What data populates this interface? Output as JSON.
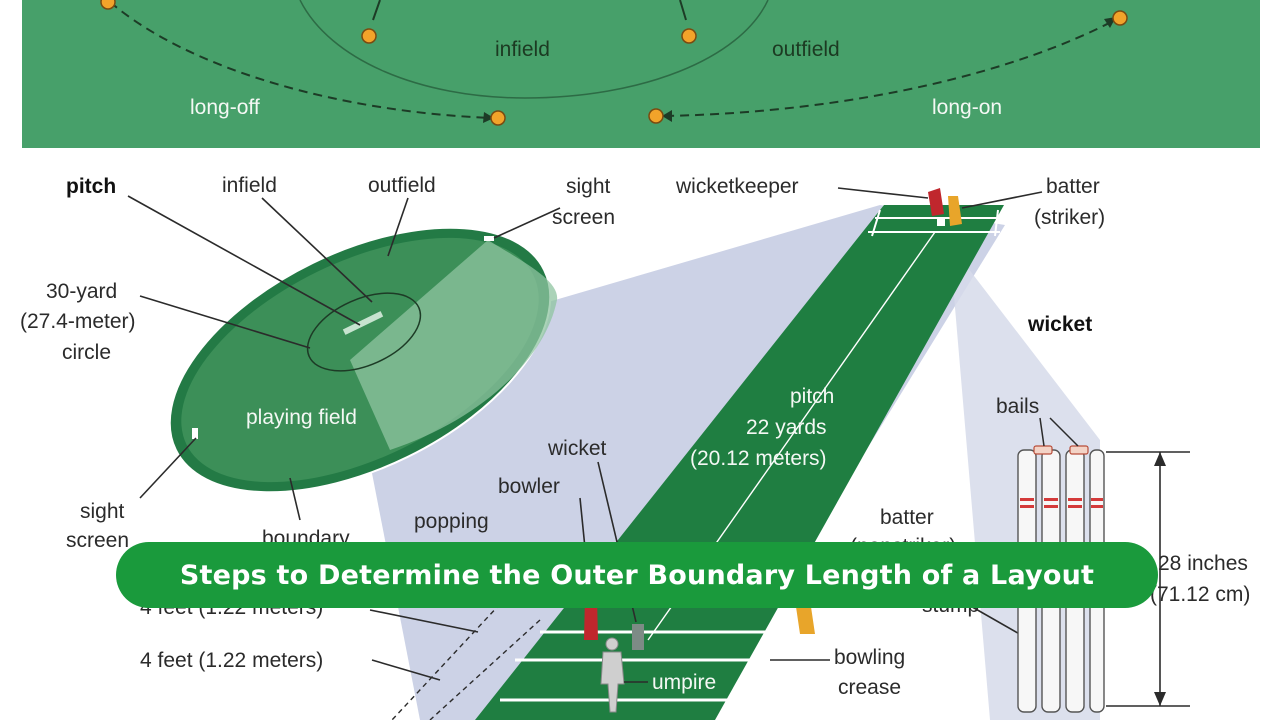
{
  "top_field": {
    "infield": "infield",
    "outfield": "outfield",
    "long_off": "long-off",
    "long_on": "long-on"
  },
  "field_diagram": {
    "pitch": "pitch",
    "infield": "infield",
    "outfield": "outfield",
    "sight_screen_top": [
      "sight",
      "screen"
    ],
    "circle": [
      "30-yard",
      "(27.4-meter)",
      "circle"
    ],
    "playing_field": "playing field",
    "sight_screen_bottom": [
      "sight",
      "screen"
    ],
    "boundary": "boundary"
  },
  "pitch_diagram": {
    "wicketkeeper": "wicketkeeper",
    "batter_striker": [
      "batter",
      "(striker)"
    ],
    "wicket_right": "wicket",
    "pitch_length": [
      "pitch",
      "22 yards",
      "(20.12 meters)"
    ],
    "wicket_lower": "wicket",
    "bowler": "bowler",
    "popping": "popping",
    "batter_nonstriker": [
      "batter",
      "(nonstriker)"
    ],
    "feet_upper": "4 feet (1.22 meters)",
    "feet_lower": "4 feet (1.22 meters)",
    "umpire": "umpire",
    "bowling_crease": [
      "bowling",
      "crease"
    ],
    "stump": "stump"
  },
  "wicket_detail": {
    "bails": "bails",
    "height": [
      "28 inches",
      "(71.12 cm)"
    ]
  },
  "banner": {
    "title": "Steps to Determine the Outer Boundary Length of a Layout"
  },
  "colors": {
    "field_green": "#47a06a",
    "dark_green": "#237a45",
    "pitch_green": "#1f7e41",
    "banner_green": "#1a9a3c",
    "fielder_orange": "#f2a32a",
    "projection_blue": "#c7cde3"
  }
}
